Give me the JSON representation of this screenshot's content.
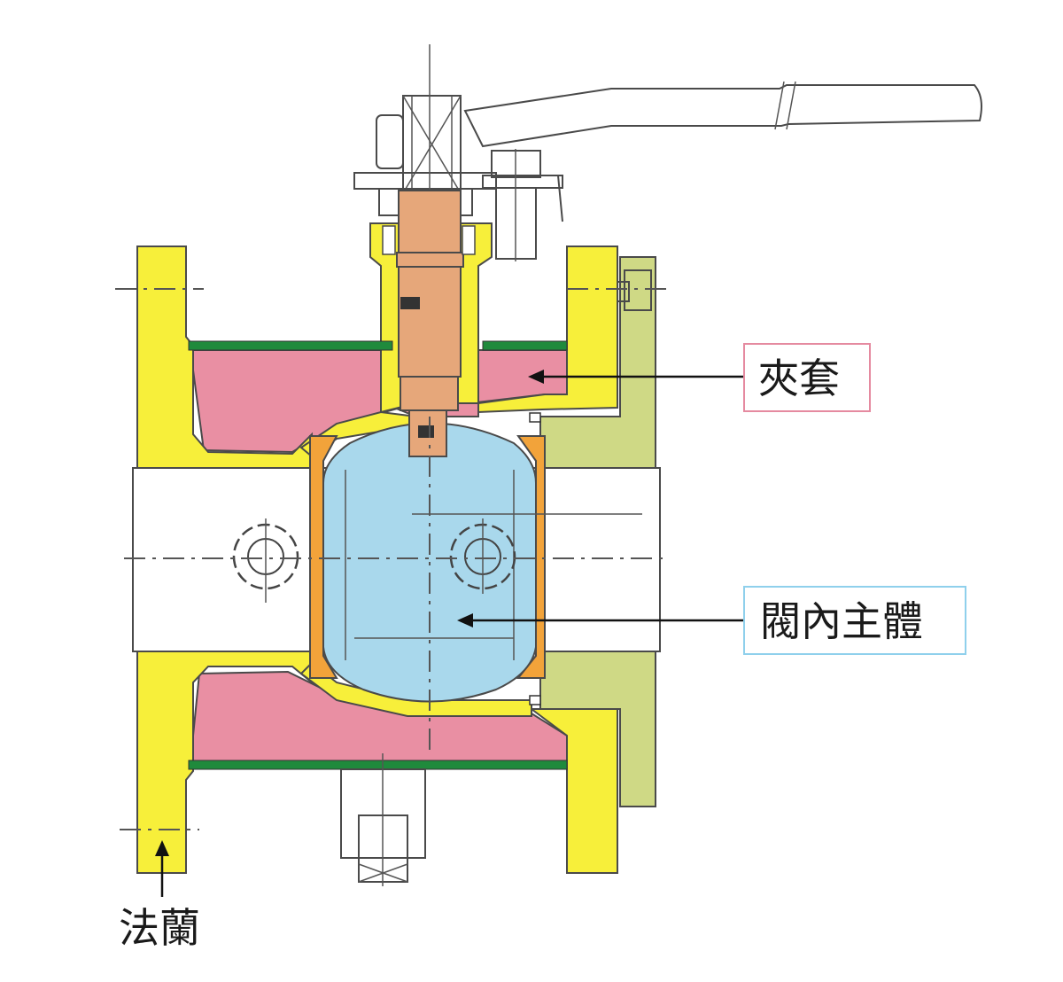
{
  "labels": {
    "jacket": "夾套",
    "body_inner": "閥內主體",
    "flange": "法蘭"
  },
  "colors": {
    "flange_yellow": "#f7ef3a",
    "jacket_pink": "#e98fa3",
    "ball_blue": "#a9d8ec",
    "stem_orange": "#e6a77a",
    "seat_orange": "#f2a33a",
    "body_green": "#cfd985",
    "gasket_green": "#1f8a3c",
    "jacket_box_border": "#e58aa0",
    "body_box_border": "#8fd0ec"
  }
}
